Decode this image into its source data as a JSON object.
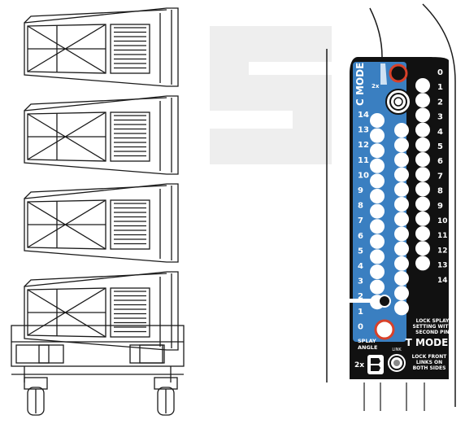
{
  "panel": {
    "c_mode_label": "C MODE",
    "t_mode_label": "T MODE",
    "splay_angle_label": [
      "SPLAY",
      "ANGLE"
    ],
    "lock_splay_note": [
      "LOCK SPLAY",
      "SETTING WITH",
      "SECOND PIN"
    ],
    "lock_front_note": [
      "LOCK FRONT",
      "LINKS ON",
      "BOTH SIDES"
    ],
    "multiplier": "2x",
    "small_multiplier": "2x",
    "left_numbers": [
      "14",
      "13",
      "12",
      "11",
      "10",
      "9",
      "8",
      "7",
      "6",
      "5",
      "4",
      "3",
      "2",
      "1",
      "0"
    ],
    "right_numbers": [
      "0",
      "1",
      "2",
      "3",
      "4",
      "5",
      "6",
      "7",
      "8",
      "9",
      "10",
      "11",
      "12",
      "13",
      "14"
    ],
    "knob_label": "LINK"
  },
  "colors": {
    "panel_blue": "#3a7fc1",
    "panel_black": "#111111",
    "pin_red": "#d8412a",
    "logo_gray": "#eeeeee",
    "line": "#1a1a1a"
  },
  "icons": {
    "logo": "watermark-logo",
    "pin": "locking-pin-icon",
    "knob": "front-link-knob-icon",
    "brand": "brand-logo-icon"
  }
}
